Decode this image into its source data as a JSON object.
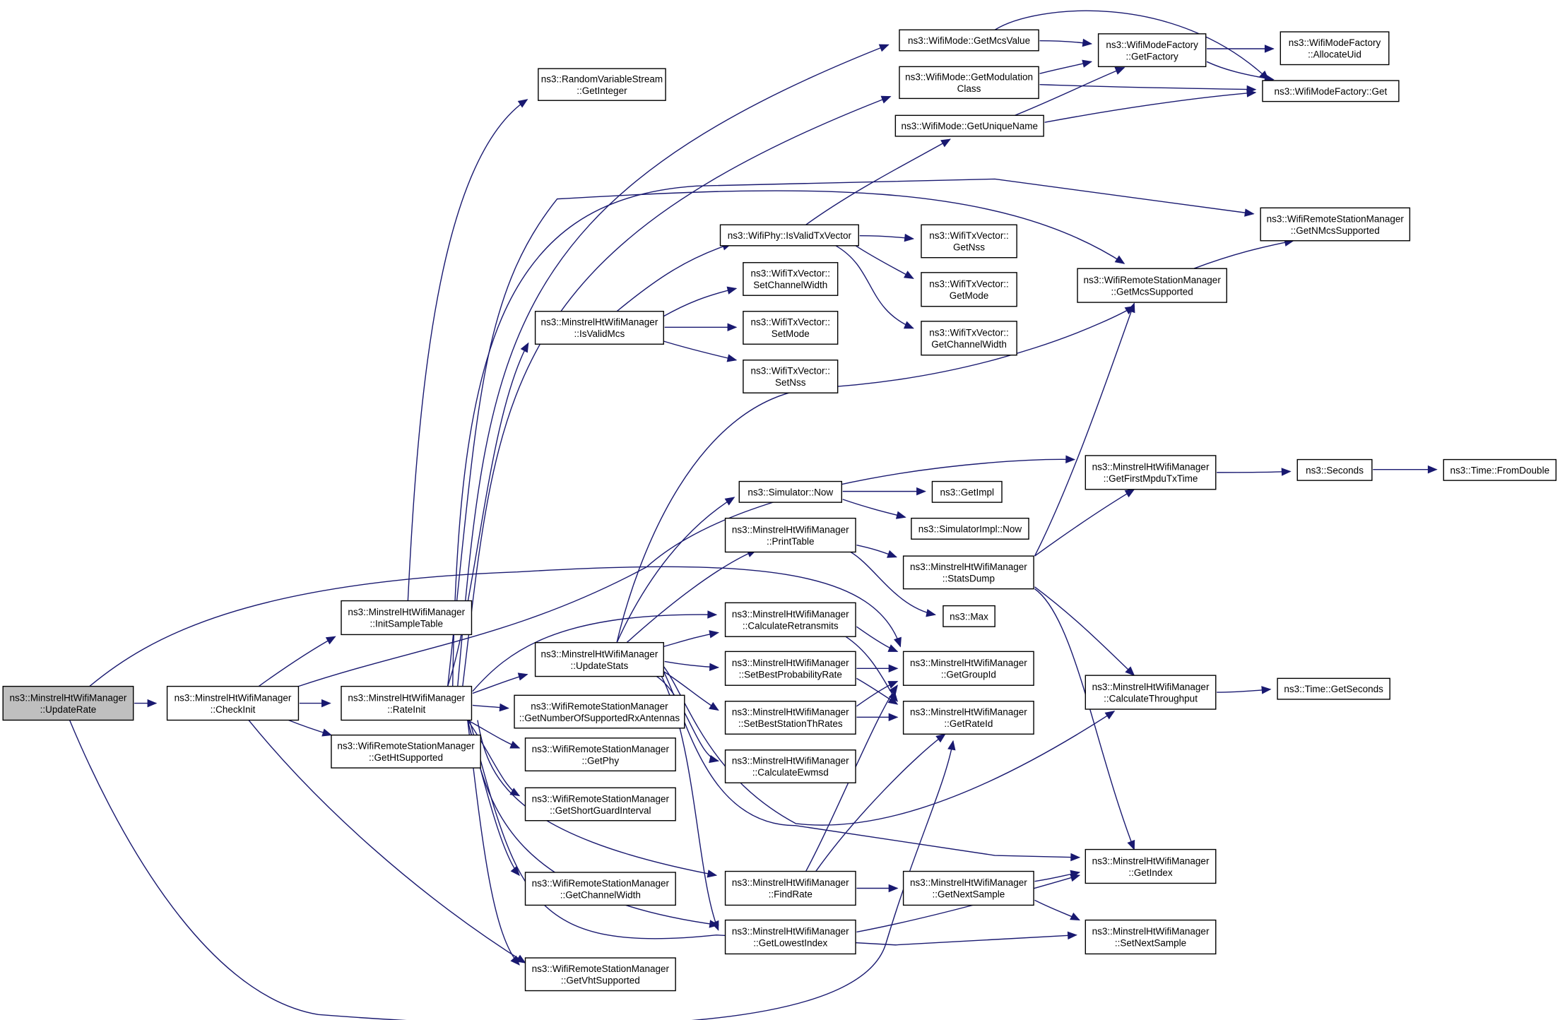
{
  "colors": {
    "edge": "#191970",
    "node_border": "#000000",
    "node_border_truncated": "#ff0000",
    "node_fill": "#ffffff",
    "root_fill": "#bfbfbf",
    "text": "#000000"
  },
  "nodes": [
    {
      "id": "updaterate",
      "lines": [
        "ns3::MinstrelHtWifiManager",
        "::UpdateRate"
      ],
      "style": "root"
    },
    {
      "id": "checkinit",
      "lines": [
        "ns3::MinstrelHtWifiManager",
        "::CheckInit"
      ],
      "style": "normal"
    },
    {
      "id": "initsampletable",
      "lines": [
        "ns3::MinstrelHtWifiManager",
        "::InitSampleTable"
      ],
      "style": "normal"
    },
    {
      "id": "rateinit",
      "lines": [
        "ns3::MinstrelHtWifiManager",
        "::RateInit"
      ],
      "style": "normal"
    },
    {
      "id": "gethtsupported",
      "lines": [
        "ns3::WifiRemoteStationManager",
        "::GetHtSupported"
      ],
      "style": "normal"
    },
    {
      "id": "getinteger",
      "lines": [
        "ns3::RandomVariableStream",
        "::GetInteger"
      ],
      "style": "normal"
    },
    {
      "id": "isvalidmcs",
      "lines": [
        "ns3::MinstrelHtWifiManager",
        "::IsValidMcs"
      ],
      "style": "normal"
    },
    {
      "id": "updatestats",
      "lines": [
        "ns3::MinstrelHtWifiManager",
        "::UpdateStats"
      ],
      "style": "normal"
    },
    {
      "id": "getnumrxant",
      "lines": [
        "ns3::WifiRemoteStationManager",
        "::GetNumberOfSupportedRxAntennas"
      ],
      "style": "normal"
    },
    {
      "id": "getphy",
      "lines": [
        "ns3::WifiRemoteStationManager",
        "::GetPhy"
      ],
      "style": "normal"
    },
    {
      "id": "getsgi",
      "lines": [
        "ns3::WifiRemoteStationManager",
        "::GetShortGuardInterval"
      ],
      "style": "normal"
    },
    {
      "id": "getchanwidth",
      "lines": [
        "ns3::WifiRemoteStationManager",
        "::GetChannelWidth"
      ],
      "style": "normal"
    },
    {
      "id": "getvhtsupported",
      "lines": [
        "ns3::WifiRemoteStationManager",
        "::GetVhtSupported"
      ],
      "style": "normal"
    },
    {
      "id": "getmcsvalue",
      "lines": [
        "ns3::WifiMode::GetMcsValue"
      ],
      "style": "normal"
    },
    {
      "id": "getmodclass",
      "lines": [
        "ns3::WifiMode::GetModulation",
        "Class"
      ],
      "style": "normal"
    },
    {
      "id": "getuniquename",
      "lines": [
        "ns3::WifiMode::GetUniqueName"
      ],
      "style": "normal"
    },
    {
      "id": "isvalidtxvector",
      "lines": [
        "ns3::WifiPhy::IsValidTxVector"
      ],
      "style": "normal"
    },
    {
      "id": "setchanwidth",
      "lines": [
        "ns3::WifiTxVector::",
        "SetChannelWidth"
      ],
      "style": "normal"
    },
    {
      "id": "setmode",
      "lines": [
        "ns3::WifiTxVector::",
        "SetMode"
      ],
      "style": "normal"
    },
    {
      "id": "setnss",
      "lines": [
        "ns3::WifiTxVector::",
        "SetNss"
      ],
      "style": "normal"
    },
    {
      "id": "simnow",
      "lines": [
        "ns3::Simulator::Now"
      ],
      "style": "normal"
    },
    {
      "id": "printtable",
      "lines": [
        "ns3::MinstrelHtWifiManager",
        "::PrintTable"
      ],
      "style": "normal"
    },
    {
      "id": "calcretrans",
      "lines": [
        "ns3::MinstrelHtWifiManager",
        "::CalculateRetransmits"
      ],
      "style": "normal"
    },
    {
      "id": "setbestprob",
      "lines": [
        "ns3::MinstrelHtWifiManager",
        "::SetBestProbabilityRate"
      ],
      "style": "normal"
    },
    {
      "id": "setbestth",
      "lines": [
        "ns3::MinstrelHtWifiManager",
        "::SetBestStationThRates"
      ],
      "style": "normal"
    },
    {
      "id": "calcewmsd",
      "lines": [
        "ns3::MinstrelHtWifiManager",
        "::CalculateEwmsd"
      ],
      "style": "normal"
    },
    {
      "id": "findrate",
      "lines": [
        "ns3::MinstrelHtWifiManager",
        "::FindRate"
      ],
      "style": "normal"
    },
    {
      "id": "getlowestindex",
      "lines": [
        "ns3::MinstrelHtWifiManager",
        "::GetLowestIndex"
      ],
      "style": "normal"
    },
    {
      "id": "getnss",
      "lines": [
        "ns3::WifiTxVector::",
        "GetNss"
      ],
      "style": "normal"
    },
    {
      "id": "getmode",
      "lines": [
        "ns3::WifiTxVector::",
        "GetMode"
      ],
      "style": "normal"
    },
    {
      "id": "getchanwidthtx",
      "lines": [
        "ns3::WifiTxVector::",
        "GetChannelWidth"
      ],
      "style": "normal"
    },
    {
      "id": "getimpl",
      "lines": [
        "ns3::GetImpl"
      ],
      "style": "truncated"
    },
    {
      "id": "simimplnow",
      "lines": [
        "ns3::SimulatorImpl::Now"
      ],
      "style": "normal"
    },
    {
      "id": "statsdump",
      "lines": [
        "ns3::MinstrelHtWifiManager",
        "::StatsDump"
      ],
      "style": "truncated"
    },
    {
      "id": "max",
      "lines": [
        "ns3::Max"
      ],
      "style": "normal"
    },
    {
      "id": "getgroupid",
      "lines": [
        "ns3::MinstrelHtWifiManager",
        "::GetGroupId"
      ],
      "style": "normal"
    },
    {
      "id": "getrateid",
      "lines": [
        "ns3::MinstrelHtWifiManager",
        "::GetRateId"
      ],
      "style": "normal"
    },
    {
      "id": "getnextsample",
      "lines": [
        "ns3::MinstrelHtWifiManager",
        "::GetNextSample"
      ],
      "style": "normal"
    },
    {
      "id": "getfactory",
      "lines": [
        "ns3::WifiModeFactory",
        "::GetFactory"
      ],
      "style": "normal"
    },
    {
      "id": "getmcssupported",
      "lines": [
        "ns3::WifiRemoteStationManager",
        "::GetMcsSupported"
      ],
      "style": "normal"
    },
    {
      "id": "getfirstmpdu",
      "lines": [
        "ns3::MinstrelHtWifiManager",
        "::GetFirstMpduTxTime"
      ],
      "style": "normal"
    },
    {
      "id": "calcthroughput",
      "lines": [
        "ns3::MinstrelHtWifiManager",
        "::CalculateThroughput"
      ],
      "style": "normal"
    },
    {
      "id": "getindex",
      "lines": [
        "ns3::MinstrelHtWifiManager",
        "::GetIndex"
      ],
      "style": "normal"
    },
    {
      "id": "setnextsample",
      "lines": [
        "ns3::MinstrelHtWifiManager",
        "::SetNextSample"
      ],
      "style": "normal"
    },
    {
      "id": "allocateuid",
      "lines": [
        "ns3::WifiModeFactory",
        "::AllocateUid"
      ],
      "style": "normal"
    },
    {
      "id": "factoryget",
      "lines": [
        "ns3::WifiModeFactory::Get"
      ],
      "style": "normal"
    },
    {
      "id": "getnmcs",
      "lines": [
        "ns3::WifiRemoteStationManager",
        "::GetNMcsSupported"
      ],
      "style": "normal"
    },
    {
      "id": "seconds",
      "lines": [
        "ns3::Seconds"
      ],
      "style": "normal"
    },
    {
      "id": "fromdouble",
      "lines": [
        "ns3::Time::FromDouble"
      ],
      "style": "truncated"
    },
    {
      "id": "getseconds",
      "lines": [
        "ns3::Time::GetSeconds"
      ],
      "style": "truncated"
    }
  ],
  "edges": [
    {
      "from": "updaterate",
      "to": "checkinit"
    },
    {
      "from": "updaterate",
      "to": "getgroupid"
    },
    {
      "from": "updaterate",
      "to": "getrateid"
    },
    {
      "from": "checkinit",
      "to": "initsampletable"
    },
    {
      "from": "checkinit",
      "to": "rateinit"
    },
    {
      "from": "checkinit",
      "to": "gethtsupported"
    },
    {
      "from": "checkinit",
      "to": "getvhtsupported"
    },
    {
      "from": "checkinit",
      "to": "getfirstmpdu"
    },
    {
      "from": "initsampletable",
      "to": "getinteger"
    },
    {
      "from": "rateinit",
      "to": "isvalidmcs"
    },
    {
      "from": "rateinit",
      "to": "updatestats"
    },
    {
      "from": "rateinit",
      "to": "getnumrxant"
    },
    {
      "from": "rateinit",
      "to": "getphy"
    },
    {
      "from": "rateinit",
      "to": "getsgi"
    },
    {
      "from": "rateinit",
      "to": "getchanwidth"
    },
    {
      "from": "rateinit",
      "to": "getvhtsupported"
    },
    {
      "from": "rateinit",
      "to": "calcretrans"
    },
    {
      "from": "rateinit",
      "to": "findrate"
    },
    {
      "from": "rateinit",
      "to": "getmcsvalue"
    },
    {
      "from": "rateinit",
      "to": "getmodclass"
    },
    {
      "from": "rateinit",
      "to": "getnmcs"
    },
    {
      "from": "rateinit",
      "to": "getmcssupported"
    },
    {
      "from": "rateinit",
      "to": "setnextsample"
    },
    {
      "from": "rateinit",
      "to": "getlowestindex"
    },
    {
      "from": "isvalidmcs",
      "to": "isvalidtxvector"
    },
    {
      "from": "isvalidmcs",
      "to": "setchanwidth"
    },
    {
      "from": "isvalidmcs",
      "to": "setmode"
    },
    {
      "from": "isvalidmcs",
      "to": "setnss"
    },
    {
      "from": "isvalidtxvector",
      "to": "getuniquename"
    },
    {
      "from": "isvalidtxvector",
      "to": "getnss"
    },
    {
      "from": "isvalidtxvector",
      "to": "getmode"
    },
    {
      "from": "isvalidtxvector",
      "to": "getchanwidthtx"
    },
    {
      "from": "getmcsvalue",
      "to": "getfactory"
    },
    {
      "from": "getmcsvalue",
      "to": "factoryget"
    },
    {
      "from": "getmodclass",
      "to": "getfactory"
    },
    {
      "from": "getmodclass",
      "to": "factoryget"
    },
    {
      "from": "getuniquename",
      "to": "getfactory"
    },
    {
      "from": "getuniquename",
      "to": "factoryget"
    },
    {
      "from": "getfactory",
      "to": "allocateuid"
    },
    {
      "from": "getfactory",
      "to": "factoryget"
    },
    {
      "from": "updatestats",
      "to": "simnow"
    },
    {
      "from": "updatestats",
      "to": "printtable"
    },
    {
      "from": "updatestats",
      "to": "calcretrans"
    },
    {
      "from": "updatestats",
      "to": "setbestprob"
    },
    {
      "from": "updatestats",
      "to": "setbestth"
    },
    {
      "from": "updatestats",
      "to": "calcewmsd"
    },
    {
      "from": "updatestats",
      "to": "getmcssupported"
    },
    {
      "from": "updatestats",
      "to": "calcthroughput"
    },
    {
      "from": "updatestats",
      "to": "getindex"
    },
    {
      "from": "updatestats",
      "to": "getlowestindex"
    },
    {
      "from": "simnow",
      "to": "getimpl"
    },
    {
      "from": "simnow",
      "to": "simimplnow"
    },
    {
      "from": "printtable",
      "to": "statsdump"
    },
    {
      "from": "printtable",
      "to": "max"
    },
    {
      "from": "calcretrans",
      "to": "getgroupid"
    },
    {
      "from": "calcretrans",
      "to": "getrateid"
    },
    {
      "from": "setbestprob",
      "to": "getgroupid"
    },
    {
      "from": "setbestprob",
      "to": "getrateid"
    },
    {
      "from": "setbestth",
      "to": "getgroupid"
    },
    {
      "from": "setbestth",
      "to": "getrateid"
    },
    {
      "from": "findrate",
      "to": "getgroupid"
    },
    {
      "from": "findrate",
      "to": "getrateid"
    },
    {
      "from": "findrate",
      "to": "getnextsample"
    },
    {
      "from": "getlowestindex",
      "to": "getindex"
    },
    {
      "from": "getnextsample",
      "to": "getindex"
    },
    {
      "from": "getnextsample",
      "to": "setnextsample"
    },
    {
      "from": "statsdump",
      "to": "getmcssupported"
    },
    {
      "from": "statsdump",
      "to": "getfirstmpdu"
    },
    {
      "from": "statsdump",
      "to": "calcthroughput"
    },
    {
      "from": "statsdump",
      "to": "getindex"
    },
    {
      "from": "getmcssupported",
      "to": "getnmcs"
    },
    {
      "from": "getfirstmpdu",
      "to": "seconds"
    },
    {
      "from": "seconds",
      "to": "fromdouble"
    },
    {
      "from": "calcthroughput",
      "to": "getseconds"
    }
  ]
}
